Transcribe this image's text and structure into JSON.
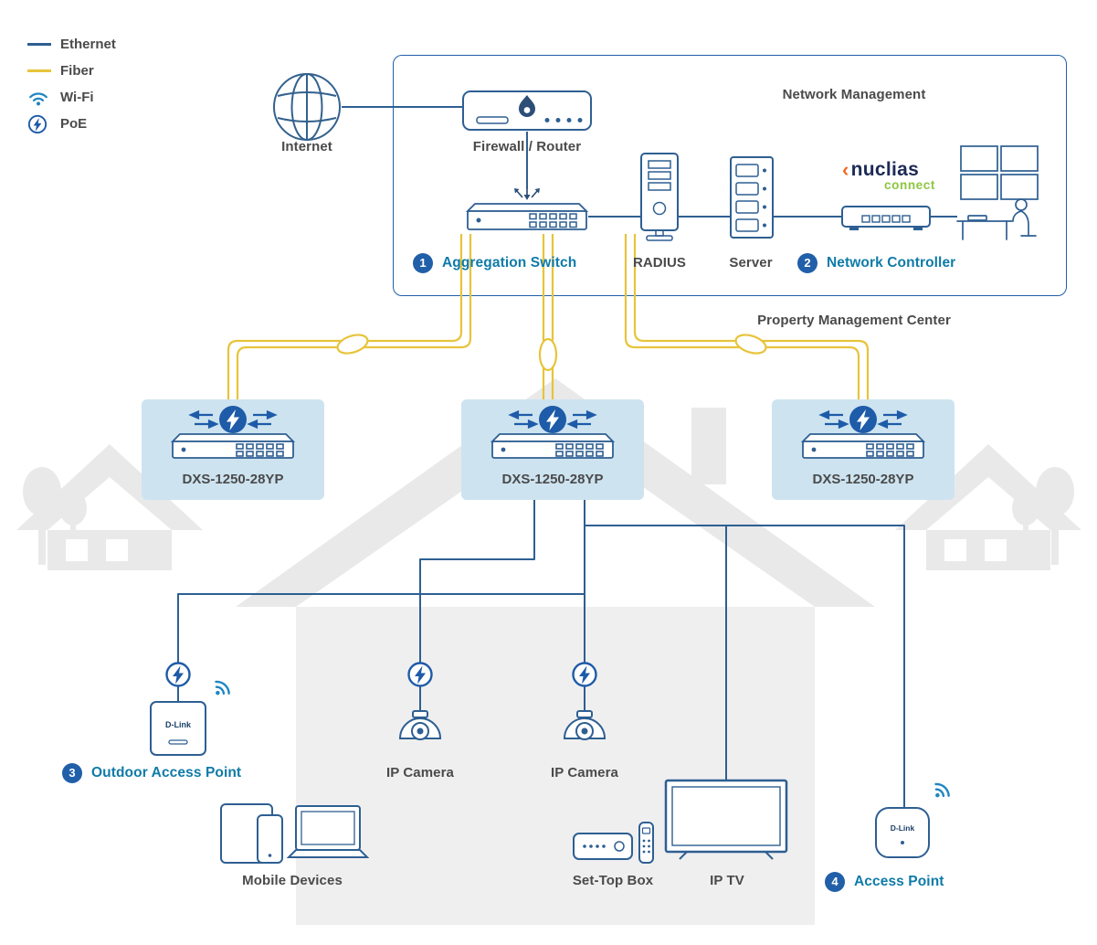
{
  "legend": {
    "items": [
      {
        "label": "Ethernet"
      },
      {
        "label": "Fiber"
      },
      {
        "label": "Wi-Fi"
      },
      {
        "label": "PoE"
      }
    ]
  },
  "internet": {
    "label": "Internet"
  },
  "management": {
    "title": "Network Management",
    "firewall_label": "Firewall / Router",
    "aggregation": {
      "badge": "1",
      "label": "Aggregation Switch"
    },
    "radius_label": "RADIUS",
    "server_label": "Server",
    "controller": {
      "badge": "2",
      "label": "Network Controller"
    },
    "nuclias": {
      "chevron": "‹",
      "brand": "nuclias",
      "sub": "connect"
    }
  },
  "property_label": "Property Management Center",
  "switches": [
    {
      "model": "DXS-1250-28YP"
    },
    {
      "model": "DXS-1250-28YP"
    },
    {
      "model": "DXS-1250-28YP"
    }
  ],
  "endpoints": {
    "outdoor_ap": {
      "badge": "3",
      "label": "Outdoor Access Point"
    },
    "camera1": {
      "label": "IP Camera"
    },
    "camera2": {
      "label": "IP Camera"
    },
    "mobile": {
      "label": "Mobile Devices"
    },
    "stb": {
      "label": "Set-Top Box"
    },
    "iptv": {
      "label": "IP TV"
    },
    "ap": {
      "badge": "4",
      "label": "Access Point"
    },
    "brand": "D-Link"
  },
  "colors": {
    "ethernet": "#2e5f92",
    "fiber": "#e7c43a",
    "wifi": "#1f86c2",
    "poe": "#1e5ba8",
    "label_teal": "#0e7ba8",
    "badge_blue": "#215fa8",
    "switch_panel": "#cde3f0",
    "house_gray": "#ebebeb",
    "text": "#4a4a4a"
  }
}
